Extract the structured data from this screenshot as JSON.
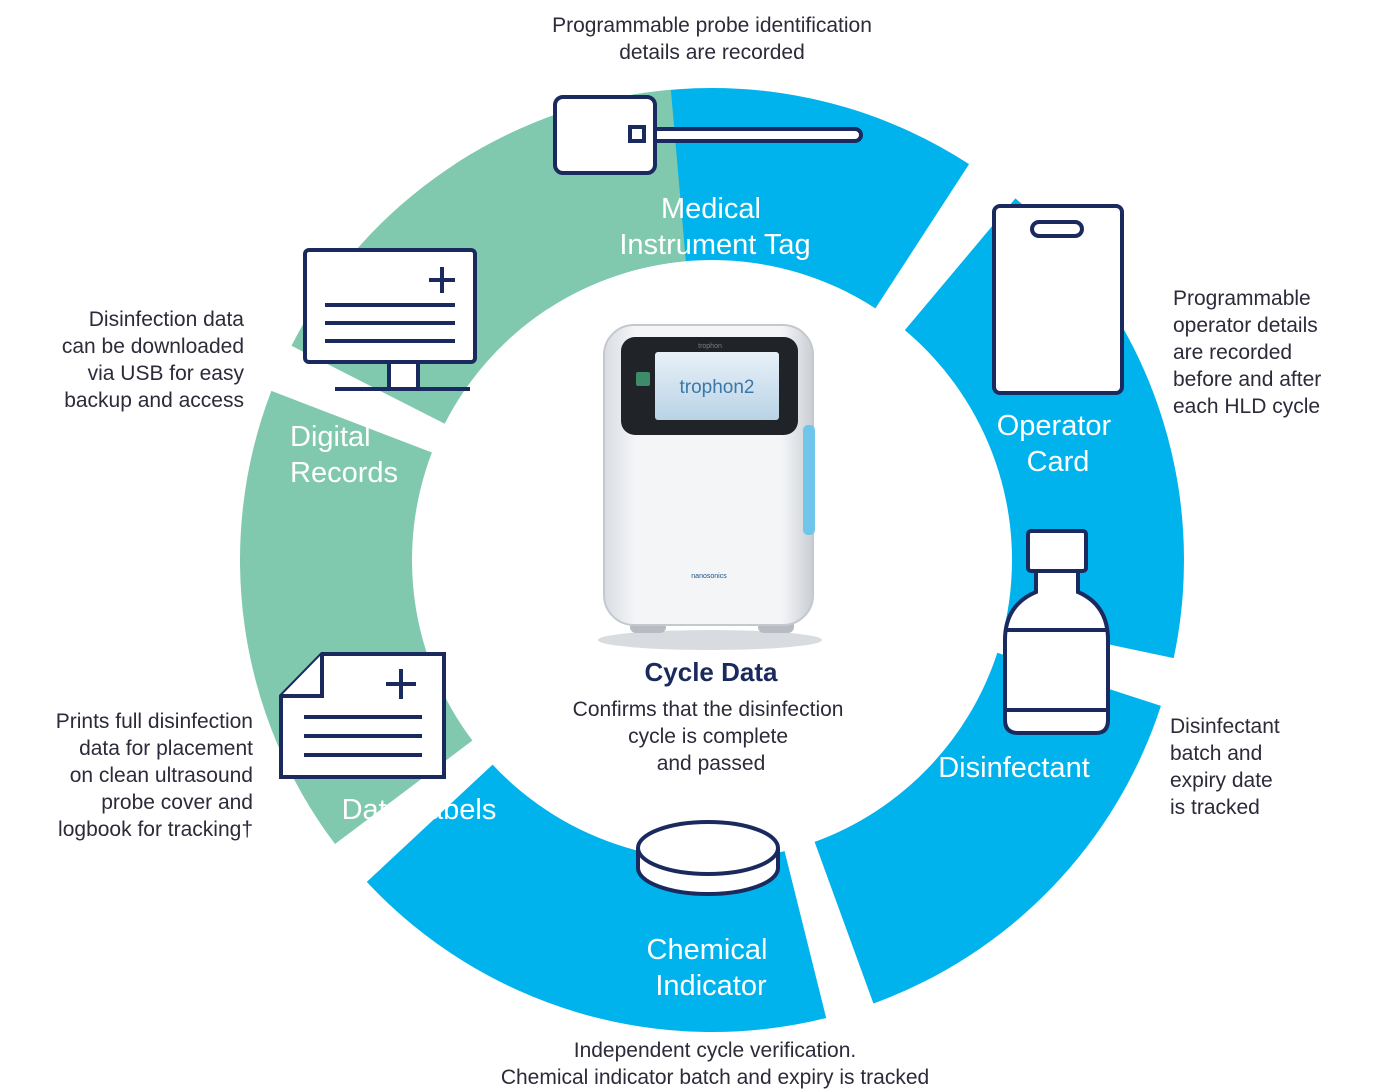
{
  "colors": {
    "blue": "#00b3ec",
    "green": "#80c9ae",
    "navy": "#1b2a5e",
    "white": "#ffffff"
  },
  "segments": [
    {
      "id": "medical-instrument-tag",
      "line1": "Medical",
      "line2": "Instrument Tag",
      "icon": "tag-icon",
      "color": "blue"
    },
    {
      "id": "operator-card",
      "line1": "Operator",
      "line2": "Card",
      "icon": "card-icon",
      "color": "blue"
    },
    {
      "id": "disinfectant",
      "line1": "Disinfectant",
      "line2": "",
      "icon": "bottle-icon",
      "color": "blue"
    },
    {
      "id": "chemical-indicator",
      "line1": "Chemical",
      "line2": "Indicator",
      "icon": "disc-icon",
      "color": "blue"
    },
    {
      "id": "data-labels",
      "line1": "Data Labels",
      "line2": "",
      "icon": "document-icon",
      "color": "green"
    },
    {
      "id": "digital-records",
      "line1": "Digital",
      "line2": "Records",
      "icon": "monitor-icon",
      "color": "green"
    }
  ],
  "descriptions": {
    "medical_instrument_tag": [
      "Programmable probe identification",
      "details are recorded"
    ],
    "operator_card": [
      "Programmable",
      "operator details",
      "are recorded",
      "before and after",
      "each HLD cycle"
    ],
    "disinfectant": [
      "Disinfectant",
      "batch and",
      "expiry date",
      "is tracked"
    ],
    "chemical_indicator": [
      "Independent cycle verification.",
      "Chemical indicator batch and expiry is tracked"
    ],
    "data_labels": [
      "Prints full disinfection",
      "data for placement",
      "on clean ultrasound",
      "probe cover and",
      "logbook for tracking†"
    ],
    "digital_records": [
      "Disinfection data",
      "can be downloaded",
      "via USB for easy",
      "backup and access"
    ]
  },
  "center": {
    "device_screen_text": "trophon2",
    "device_top_text": "trophon",
    "device_brand_text": "nanosonics",
    "title": "Cycle Data",
    "lines": [
      "Confirms that the disinfection",
      "cycle is complete",
      "and passed"
    ]
  }
}
